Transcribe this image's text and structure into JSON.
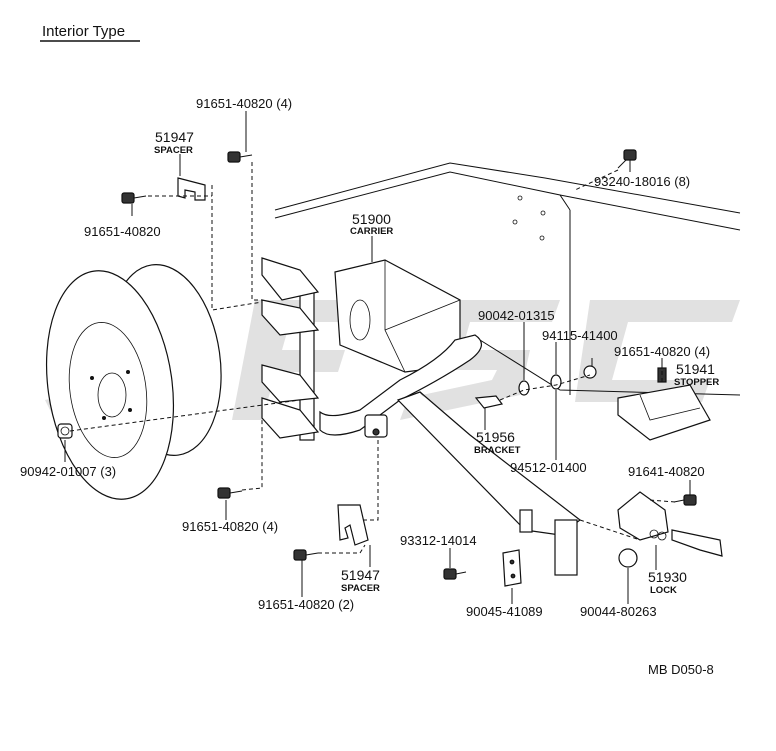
{
  "header": {
    "title": "Interior Type"
  },
  "footer": {
    "code": "MB D050-8"
  },
  "labels": {
    "p_91651_40820_4_top": "91651-40820 (4)",
    "p_51947_top": "51947",
    "spacer_top": "SPACER",
    "p_91651_40820_left": "91651-40820",
    "p_51900": "51900",
    "carrier": "CARRIER",
    "p_93240_18016_8": "93240-18016 (8)",
    "p_90042_01315": "90042-01315",
    "p_94115_41400": "94115-41400",
    "p_91651_40820_4_right": "91651-40820 (4)",
    "p_51941": "51941",
    "stopper": "STOPPER",
    "p_51956": "51956",
    "bracket": "BRACKET",
    "p_94512_01400": "94512-01400",
    "p_90942_01007_3": "90942-01007 (3)",
    "p_91641_40820": "91641-40820",
    "p_91651_40820_4_bottom": "91651-40820 (4)",
    "p_93312_14014": "93312-14014",
    "p_51947_bottom": "51947",
    "spacer_bottom": "SPACER",
    "p_51930": "51930",
    "lock": "LOCK",
    "p_91651_40820_2": "91651-40820 (2)",
    "p_90045_41089": "90045-41089",
    "p_90044_80263": "90044-80263"
  },
  "colors": {
    "ink": "#111111",
    "watermark": "#d9d9d9",
    "background": "#ffffff"
  }
}
